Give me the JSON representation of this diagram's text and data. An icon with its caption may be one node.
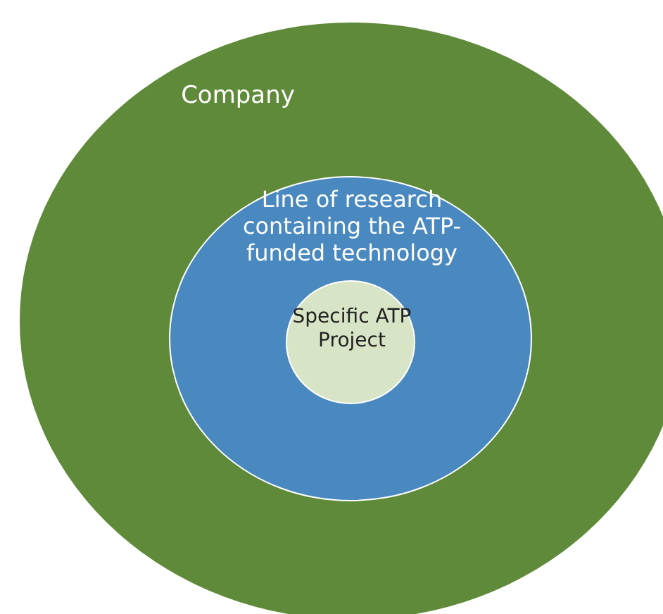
{
  "diagram": {
    "nodes": [
      {
        "text": [
          "Company"
        ]
      },
      {
        "text": [
          "Line of research containing the ATP-funded technology"
        ],
        "in": 0
      },
      {
        "text": [
          "Specific ATP Project"
        ],
        "in": 1
      }
    ]
  }
}
